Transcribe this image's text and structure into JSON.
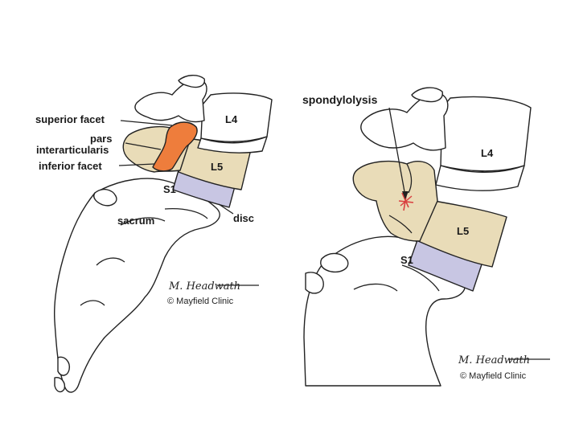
{
  "colors": {
    "bone": "#ffffff",
    "vertebra_tan": "#e9dcb8",
    "pars_highlight": "#ee7d3c",
    "disc": "#c8c6e3",
    "fracture": "#d94040",
    "outline": "#222222"
  },
  "left_diagram": {
    "labels": {
      "superior_facet": "superior facet",
      "pars_line1": "pars",
      "pars_line2": "interarticularis",
      "inferior_facet": "inferior facet",
      "l4": "L4",
      "l5": "L5",
      "s1": "S1",
      "sacrum": "sacrum",
      "disc": "disc"
    },
    "signature": "M. Headwath",
    "credit": "© Mayfield Clinic"
  },
  "right_diagram": {
    "labels": {
      "spondylolysis": "spondylolysis",
      "l4": "L4",
      "l5": "L5",
      "s1": "S1"
    },
    "signature": "M. Headwath",
    "credit": "© Mayfield Clinic"
  }
}
